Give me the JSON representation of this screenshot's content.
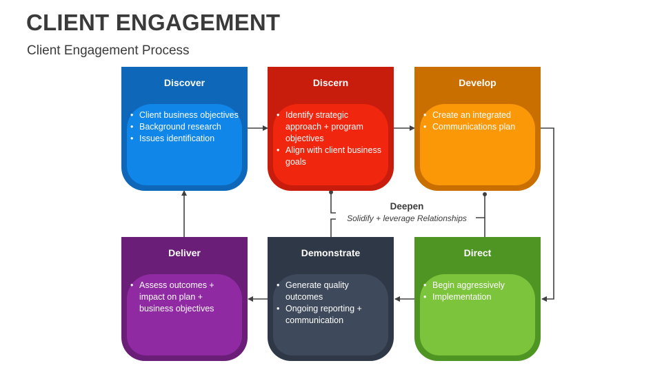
{
  "title": "CLIENT ENGAGEMENT",
  "subtitle": "Client Engagement Process",
  "colors": {
    "discover": {
      "frame": "#0e67b8",
      "body": "#0f86e8"
    },
    "discern": {
      "frame": "#c81d0c",
      "body": "#f0260e"
    },
    "develop": {
      "frame": "#c96f00",
      "body": "#fb9808"
    },
    "deliver": {
      "frame": "#6a1e78",
      "body": "#8f2aa3"
    },
    "demonstrate": {
      "frame": "#2f3846",
      "body": "#3e4a5c"
    },
    "direct": {
      "frame": "#4f9523",
      "body": "#7cc43c"
    },
    "connector": "#404040"
  },
  "cards": {
    "discover": {
      "title": "Discover",
      "items": [
        "Client business objectives",
        "Background research",
        "Issues identification"
      ]
    },
    "discern": {
      "title": "Discern",
      "items": [
        "Identify strategic approach + program objectives",
        "Align with client business goals"
      ]
    },
    "develop": {
      "title": "Develop",
      "items": [
        "Create an integrated",
        "Communications plan"
      ]
    },
    "deliver": {
      "title": "Deliver",
      "items": [
        "Assess outcomes + impact on plan + business objectives"
      ]
    },
    "demonstrate": {
      "title": "Demonstrate",
      "items": [
        "Generate quality outcomes",
        "Ongoing reporting + communication"
      ]
    },
    "direct": {
      "title": "Direct",
      "items": [
        "Begin aggressively",
        "Implementation"
      ]
    }
  },
  "deepen": {
    "title": "Deepen",
    "subtitle": "Solidify + leverage Relationships"
  }
}
